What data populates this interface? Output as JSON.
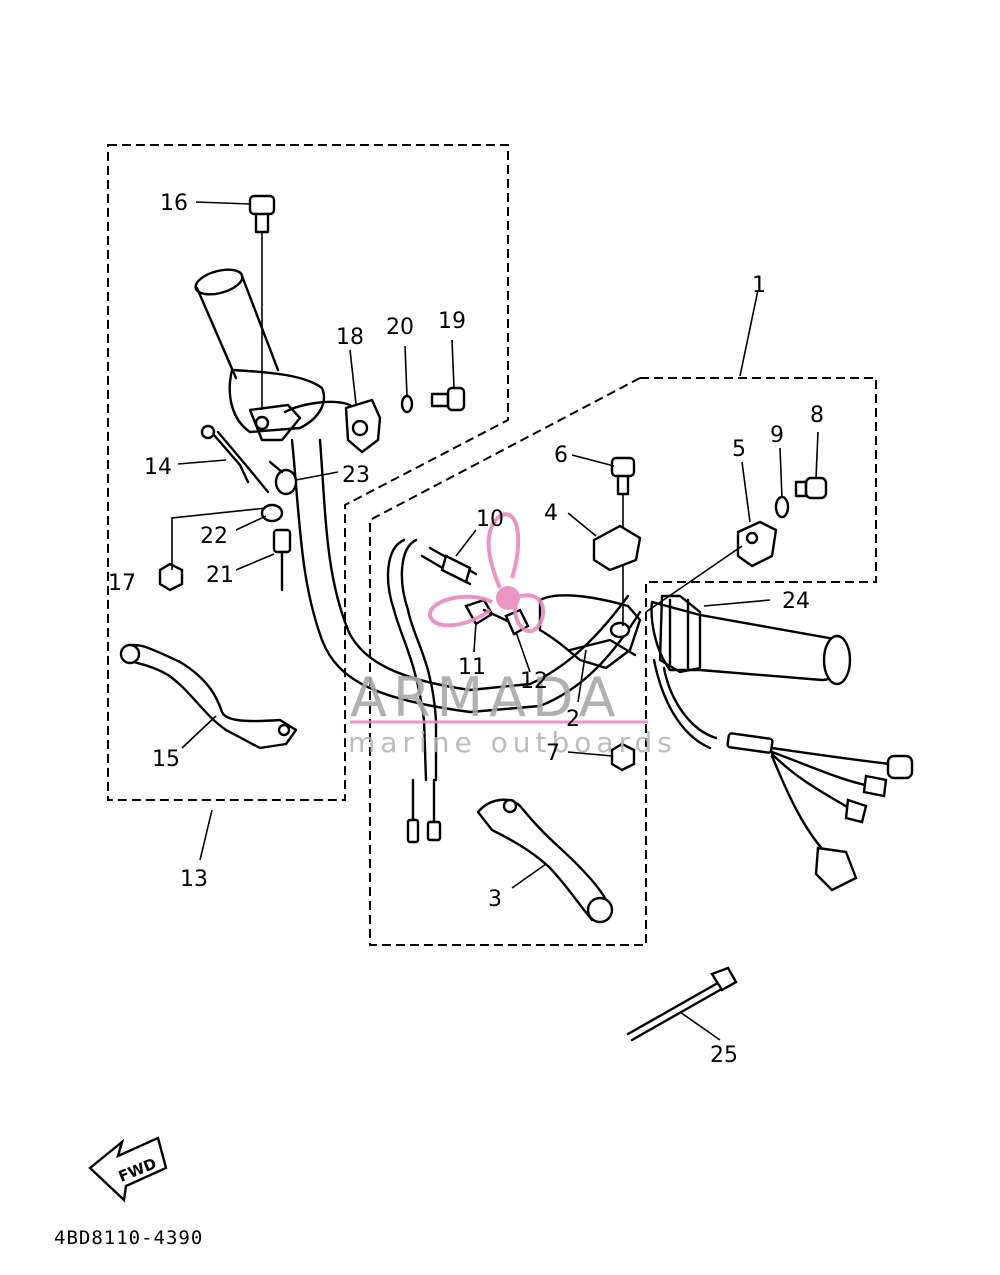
{
  "diagram_code": "4BD8110-4390",
  "fwd_label": "FWD",
  "watermark": {
    "brand": "ARMADA",
    "tagline": "marine outboards",
    "accent_color": "#e88bbf",
    "text_color": "#a9a9a9"
  },
  "callouts": [
    {
      "id": "1",
      "label": "1"
    },
    {
      "id": "2",
      "label": "2"
    },
    {
      "id": "3",
      "label": "3"
    },
    {
      "id": "4",
      "label": "4"
    },
    {
      "id": "5",
      "label": "5"
    },
    {
      "id": "6",
      "label": "6"
    },
    {
      "id": "7",
      "label": "7"
    },
    {
      "id": "8",
      "label": "8"
    },
    {
      "id": "9",
      "label": "9"
    },
    {
      "id": "10",
      "label": "10"
    },
    {
      "id": "11",
      "label": "11"
    },
    {
      "id": "12",
      "label": "12"
    },
    {
      "id": "13",
      "label": "13"
    },
    {
      "id": "14",
      "label": "14"
    },
    {
      "id": "15",
      "label": "15"
    },
    {
      "id": "16",
      "label": "16"
    },
    {
      "id": "17",
      "label": "17"
    },
    {
      "id": "18",
      "label": "18"
    },
    {
      "id": "19",
      "label": "19"
    },
    {
      "id": "20",
      "label": "20"
    },
    {
      "id": "21",
      "label": "21"
    },
    {
      "id": "22",
      "label": "22"
    },
    {
      "id": "23",
      "label": "23"
    },
    {
      "id": "24",
      "label": "24"
    },
    {
      "id": "25",
      "label": "25"
    }
  ]
}
